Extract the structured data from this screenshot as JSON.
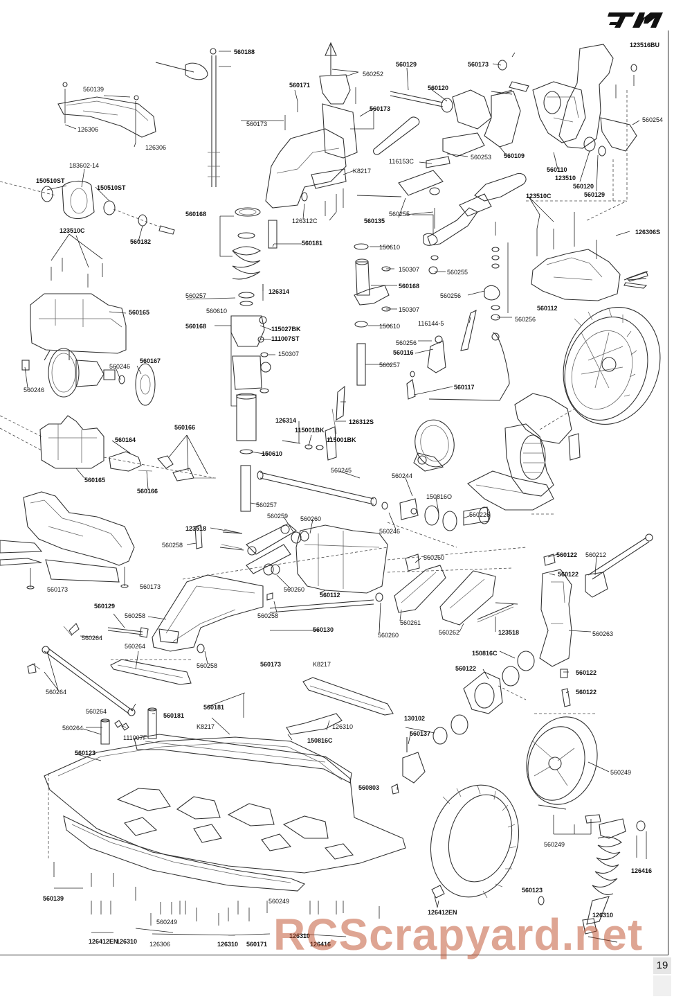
{
  "page": {
    "number": "19"
  },
  "brand": {
    "logo": "TM"
  },
  "watermark": {
    "text": "RCScrapyard.net"
  },
  "parts": [
    {
      "id": "560188",
      "bold": true
    },
    {
      "id": "560139",
      "bold": false
    },
    {
      "id": "126306",
      "bold": false
    },
    {
      "id": "126306",
      "bold": false
    },
    {
      "id": "183602-14",
      "bold": false
    },
    {
      "id": "150510ST",
      "bold": true
    },
    {
      "id": "150510ST",
      "bold": true
    },
    {
      "id": "560182",
      "bold": true
    },
    {
      "id": "123510C",
      "bold": true
    },
    {
      "id": "560165",
      "bold": true
    },
    {
      "id": "560246",
      "bold": false
    },
    {
      "id": "560167",
      "bold": true
    },
    {
      "id": "560246",
      "bold": false
    },
    {
      "id": "560166",
      "bold": true
    },
    {
      "id": "560164",
      "bold": true
    },
    {
      "id": "560165",
      "bold": true
    },
    {
      "id": "560166",
      "bold": true
    },
    {
      "id": "560173",
      "bold": false
    },
    {
      "id": "560173",
      "bold": false
    },
    {
      "id": "560171",
      "bold": true
    },
    {
      "id": "560173",
      "bold": false
    },
    {
      "id": "560252",
      "bold": false
    },
    {
      "id": "560173",
      "bold": true
    },
    {
      "id": "K8217",
      "bold": false
    },
    {
      "id": "126312C",
      "bold": false
    },
    {
      "id": "560181",
      "bold": true
    },
    {
      "id": "560168",
      "bold": true
    },
    {
      "id": "560257",
      "bold": false
    },
    {
      "id": "126314",
      "bold": true
    },
    {
      "id": "560610",
      "bold": false
    },
    {
      "id": "560168",
      "bold": true
    },
    {
      "id": "115027BK",
      "bold": true
    },
    {
      "id": "111007ST",
      "bold": true
    },
    {
      "id": "150307",
      "bold": false
    },
    {
      "id": "126314",
      "bold": true
    },
    {
      "id": "115001BK",
      "bold": true
    },
    {
      "id": "126312S",
      "bold": true
    },
    {
      "id": "115001BK",
      "bold": true
    },
    {
      "id": "150610",
      "bold": true
    },
    {
      "id": "560257",
      "bold": false
    },
    {
      "id": "560129",
      "bold": true
    },
    {
      "id": "560120",
      "bold": true
    },
    {
      "id": "560173",
      "bold": true
    },
    {
      "id": "123516BU",
      "bold": true
    },
    {
      "id": "116153C",
      "bold": false
    },
    {
      "id": "560253",
      "bold": false
    },
    {
      "id": "560109",
      "bold": true
    },
    {
      "id": "560110",
      "bold": true
    },
    {
      "id": "123510",
      "bold": true
    },
    {
      "id": "560120",
      "bold": true
    },
    {
      "id": "560129",
      "bold": true
    },
    {
      "id": "560254",
      "bold": false
    },
    {
      "id": "560135",
      "bold": true
    },
    {
      "id": "560255",
      "bold": false
    },
    {
      "id": "123510C",
      "bold": true
    },
    {
      "id": "126306S",
      "bold": true
    },
    {
      "id": "150610",
      "bold": false
    },
    {
      "id": "150307",
      "bold": false
    },
    {
      "id": "560168",
      "bold": true
    },
    {
      "id": "150307",
      "bold": false
    },
    {
      "id": "150610",
      "bold": false
    },
    {
      "id": "560255",
      "bold": false
    },
    {
      "id": "560256",
      "bold": false
    },
    {
      "id": "560112",
      "bold": true
    },
    {
      "id": "116144-5",
      "bold": false
    },
    {
      "id": "560256",
      "bold": false
    },
    {
      "id": "560256",
      "bold": false
    },
    {
      "id": "560116",
      "bold": true
    },
    {
      "id": "560257",
      "bold": false
    },
    {
      "id": "560117",
      "bold": true
    },
    {
      "id": "560245",
      "bold": false
    },
    {
      "id": "560244",
      "bold": false
    },
    {
      "id": "150816O",
      "bold": false
    },
    {
      "id": "560226",
      "bold": false
    },
    {
      "id": "560246",
      "bold": false
    },
    {
      "id": "123518",
      "bold": true
    },
    {
      "id": "560259",
      "bold": false
    },
    {
      "id": "560260",
      "bold": false
    },
    {
      "id": "560258",
      "bold": false
    },
    {
      "id": "560260",
      "bold": false
    },
    {
      "id": "560260",
      "bold": false
    },
    {
      "id": "560112",
      "bold": true
    },
    {
      "id": "560122",
      "bold": true
    },
    {
      "id": "560212",
      "bold": false
    },
    {
      "id": "560122",
      "bold": true
    },
    {
      "id": "560129",
      "bold": true
    },
    {
      "id": "560258",
      "bold": false
    },
    {
      "id": "560258",
      "bold": false
    },
    {
      "id": "560130",
      "bold": true
    },
    {
      "id": "560260",
      "bold": false
    },
    {
      "id": "560261",
      "bold": false
    },
    {
      "id": "560262",
      "bold": false
    },
    {
      "id": "123518",
      "bold": true
    },
    {
      "id": "560263",
      "bold": false
    },
    {
      "id": "560264",
      "bold": false
    },
    {
      "id": "560264",
      "bold": false
    },
    {
      "id": "560258",
      "bold": false
    },
    {
      "id": "560173",
      "bold": true
    },
    {
      "id": "K8217",
      "bold": false
    },
    {
      "id": "150816C",
      "bold": true
    },
    {
      "id": "560122",
      "bold": true
    },
    {
      "id": "560122",
      "bold": true
    },
    {
      "id": "560122",
      "bold": true
    },
    {
      "id": "560264",
      "bold": false
    },
    {
      "id": "560264",
      "bold": false
    },
    {
      "id": "560181",
      "bold": true
    },
    {
      "id": "560181",
      "bold": true
    },
    {
      "id": "560264",
      "bold": false
    },
    {
      "id": "111007F",
      "bold": false
    },
    {
      "id": "K8217",
      "bold": false
    },
    {
      "id": "126310",
      "bold": false
    },
    {
      "id": "150816C",
      "bold": true
    },
    {
      "id": "130102",
      "bold": true
    },
    {
      "id": "560137",
      "bold": true
    },
    {
      "id": "560123",
      "bold": true
    },
    {
      "id": "560803",
      "bold": true
    },
    {
      "id": "560249",
      "bold": false
    },
    {
      "id": "560249",
      "bold": false
    },
    {
      "id": "126416",
      "bold": true
    },
    {
      "id": "560139",
      "bold": true
    },
    {
      "id": "560249",
      "bold": false
    },
    {
      "id": "560123",
      "bold": true
    },
    {
      "id": "126412EN",
      "bold": true
    },
    {
      "id": "560249",
      "bold": false
    },
    {
      "id": "126310",
      "bold": true
    },
    {
      "id": "126412EN",
      "bold": true
    },
    {
      "id": "126310",
      "bold": true
    },
    {
      "id": "126306",
      "bold": false
    },
    {
      "id": "126310",
      "bold": true
    },
    {
      "id": "560171",
      "bold": true
    },
    {
      "id": "126310",
      "bold": true
    },
    {
      "id": "126416",
      "bold": true
    }
  ]
}
